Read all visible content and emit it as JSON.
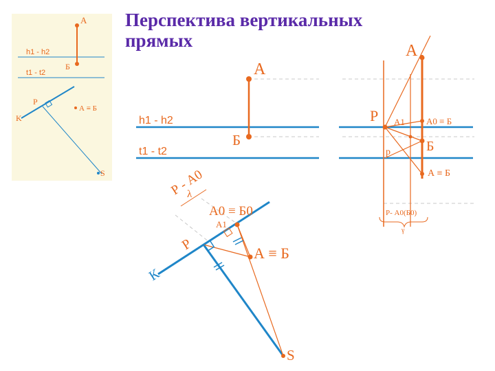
{
  "title": {
    "line1": "Перспектива вертикальных",
    "line2": "прямых"
  },
  "thumbnail": {
    "point_a": "А",
    "point_b": "Б",
    "horizon": "h1 - h2",
    "ground": "t1 - t2",
    "p": "P",
    "k": "K",
    "a_eq_b": "А ≡ Б",
    "s": "S"
  },
  "middle": {
    "point_a": "А",
    "point_b": "Б",
    "horizon": "h1 - h2",
    "ground": "t1 - t2"
  },
  "plan": {
    "label_rotated": "Р - А0",
    "lambda": "λ",
    "a0_b0": "А0 ≡ Б0",
    "a1": "А1",
    "p": "Р",
    "a_eq_b": "А ≡ Б",
    "k": "К",
    "s": "S"
  },
  "right": {
    "a_top": "А",
    "p": "Р",
    "a1": "А1",
    "a0_b": "А0 ≡ Б",
    "b": "Б",
    "p_small": "р",
    "a_eq_b": "А ≡ Б",
    "bracket_label": "Р- А0(Б0)",
    "gamma": "γ"
  },
  "colors": {
    "blue": "#1f86c8",
    "orange": "#e8691f",
    "title": "#5a2aa8",
    "thumb_bg": "#fbf7df"
  }
}
